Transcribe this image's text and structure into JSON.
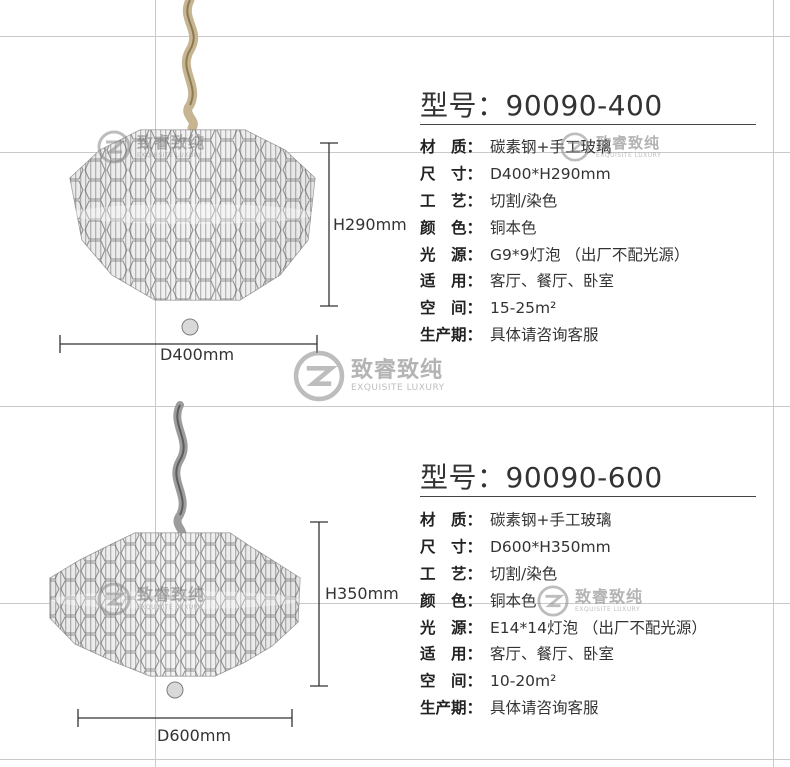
{
  "brand": {
    "name_cn": "致睿致纯",
    "name_en": "EXQUISITE LUXURY"
  },
  "products": [
    {
      "model_label": "型号：",
      "model": "90090-400",
      "height_dim": "H290mm",
      "width_dim": "D400mm",
      "specs": [
        {
          "label": "材　质：",
          "value": "碳素钢+手工玻璃"
        },
        {
          "label": "尺　寸：",
          "value": "D400*H290mm"
        },
        {
          "label": "工　艺：",
          "value": "切割/染色"
        },
        {
          "label": "颜　色：",
          "value": "铜本色"
        },
        {
          "label": "光　源：",
          "value": "G9*9灯泡 （出厂不配光源）"
        },
        {
          "label": "适　用：",
          "value": "客厅、餐厅、卧室"
        },
        {
          "label": "空　间：",
          "value": "15-25m²"
        },
        {
          "label": "生产期：",
          "value": "具体请咨询客服"
        }
      ]
    },
    {
      "model_label": "型号：",
      "model": "90090-600",
      "height_dim": "H350mm",
      "width_dim": "D600mm",
      "specs": [
        {
          "label": "材　质：",
          "value": "碳素钢+手工玻璃"
        },
        {
          "label": "尺　寸：",
          "value": "D600*H350mm"
        },
        {
          "label": "工　艺：",
          "value": "切割/染色"
        },
        {
          "label": "颜　色：",
          "value": "铜本色"
        },
        {
          "label": "光　源：",
          "value": "E14*14灯泡 （出厂不配光源）"
        },
        {
          "label": "适　用：",
          "value": "客厅、餐厅、卧室"
        },
        {
          "label": "空　间：",
          "value": "10-20m²"
        },
        {
          "label": "生产期：",
          "value": "具体请咨询客服"
        }
      ]
    }
  ]
}
